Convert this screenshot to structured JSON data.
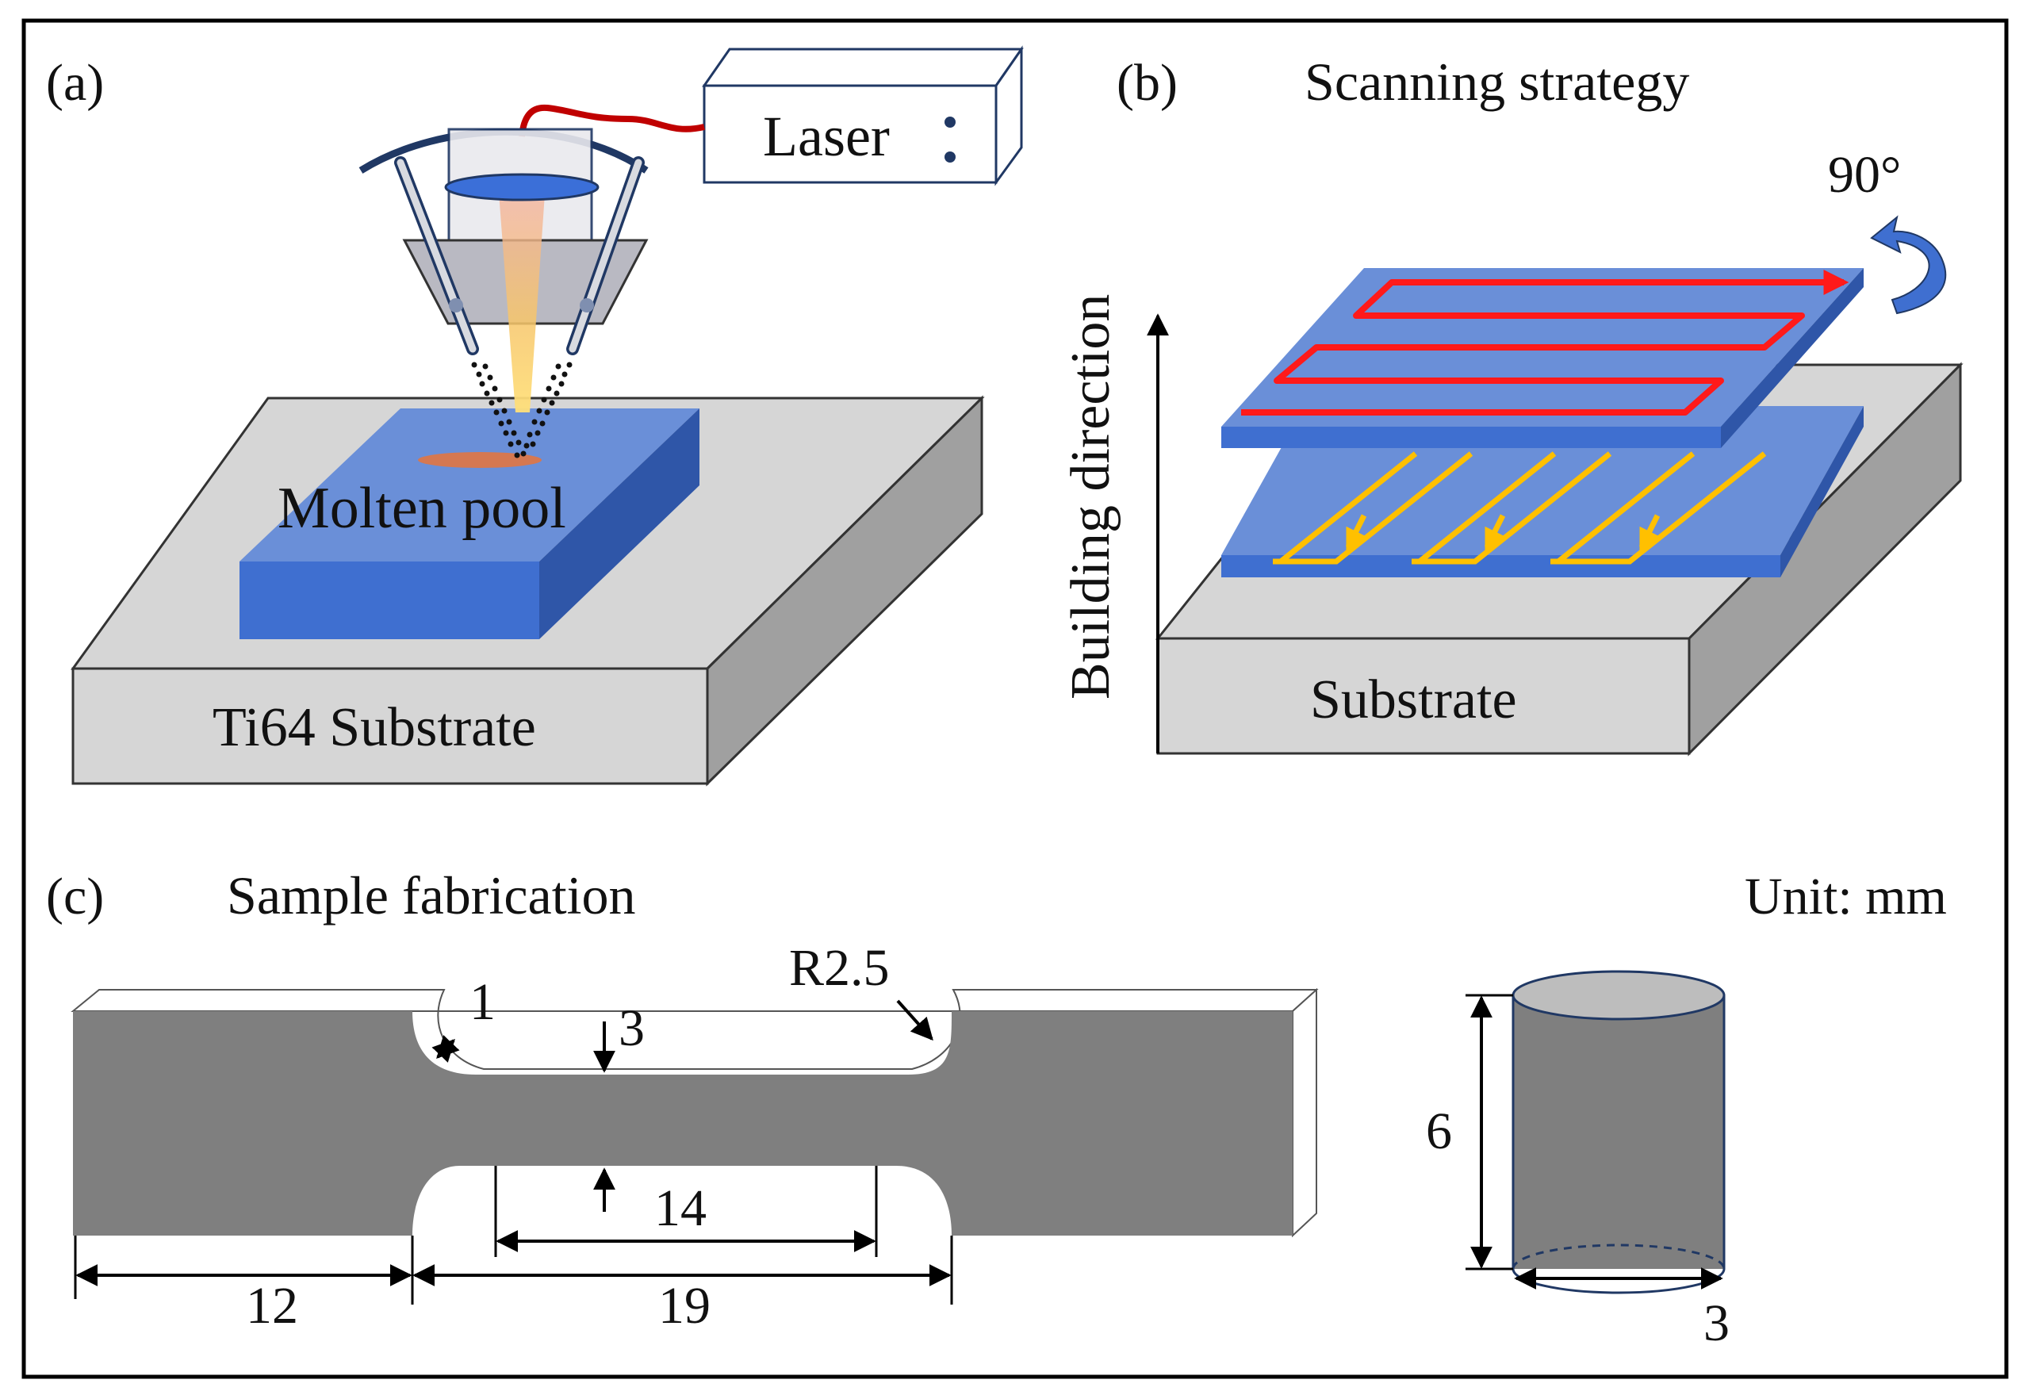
{
  "panel_a": {
    "label": "(a)",
    "laser_label": "Laser",
    "pool_label": "Molten pool",
    "substrate_label": "Ti64 Substrate"
  },
  "panel_b": {
    "label": "(b)",
    "title": "Scanning strategy",
    "rotation_label": "90°",
    "building_label": "Building direction",
    "substrate_label": "Substrate"
  },
  "panel_c": {
    "label": "(c)",
    "title": "Sample fabrication",
    "unit_label": "Unit: mm",
    "dims": {
      "fillet_radius": "R2.5",
      "fillet_offset": "1",
      "gauge_width": "3",
      "gauge_length": "14",
      "shoulder_length": "12",
      "reduced_length": "19",
      "cyl_height": "6",
      "cyl_diameter": "3"
    }
  },
  "colors": {
    "blue_top": "#6a8fd8",
    "blue_front": "#3f6fd0",
    "blue_side": "#2f56a8",
    "gray_face": "#d6d6d6",
    "gray_side": "#a0a0a0",
    "specimen": "#7f7f7f",
    "scan_red": "#ff1a1a",
    "scan_yellow": "#ffc000",
    "fiber": "#c00000",
    "arm": "#203864"
  }
}
